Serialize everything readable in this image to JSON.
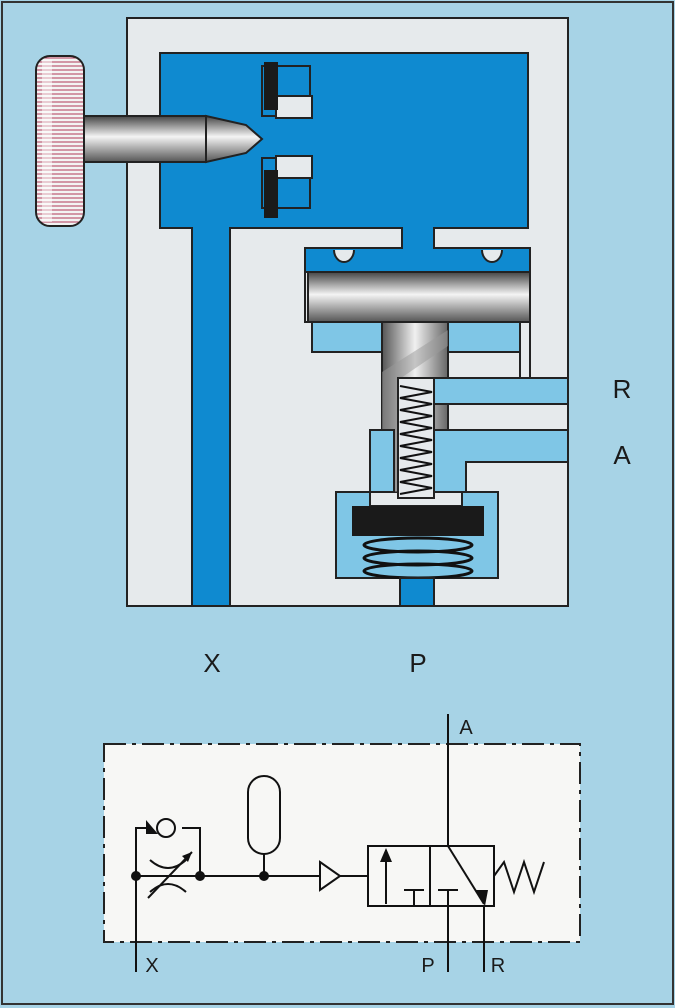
{
  "labels": {
    "port_r": "R",
    "port_a": "A",
    "port_x": "X",
    "port_p": "P"
  },
  "symbol_labels": {
    "a": "A",
    "x": "X",
    "p": "P",
    "r": "R"
  },
  "colors": {
    "background": "#a7d3e6",
    "body": "#e6eaec",
    "fluid": "#0f8ad0",
    "fluid_light": "#7fc6e6",
    "outline": "#222222",
    "seal": "#1a1a1a",
    "symbol_box": "#f7f7f5"
  }
}
